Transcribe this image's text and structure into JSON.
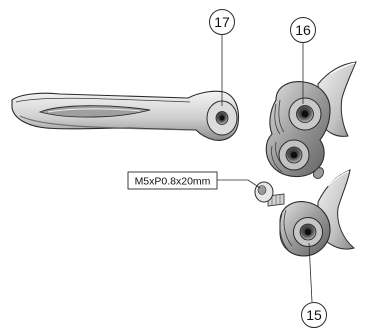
{
  "callouts": {
    "part_17": "17",
    "part_16": "16",
    "part_15": "15"
  },
  "spec_label": "M5xP0.8x20mm",
  "colors": {
    "outline": "#2b2b2b",
    "shade_dark": "#6e6e6e",
    "shade_mid": "#a9a9a9",
    "shade_light": "#d8d8d8",
    "highlight": "#f1f1f1"
  },
  "icons": [
    "mount-arm-icon",
    "clamp-bracket-icon",
    "lever-clamp-icon",
    "bolt-icon"
  ]
}
